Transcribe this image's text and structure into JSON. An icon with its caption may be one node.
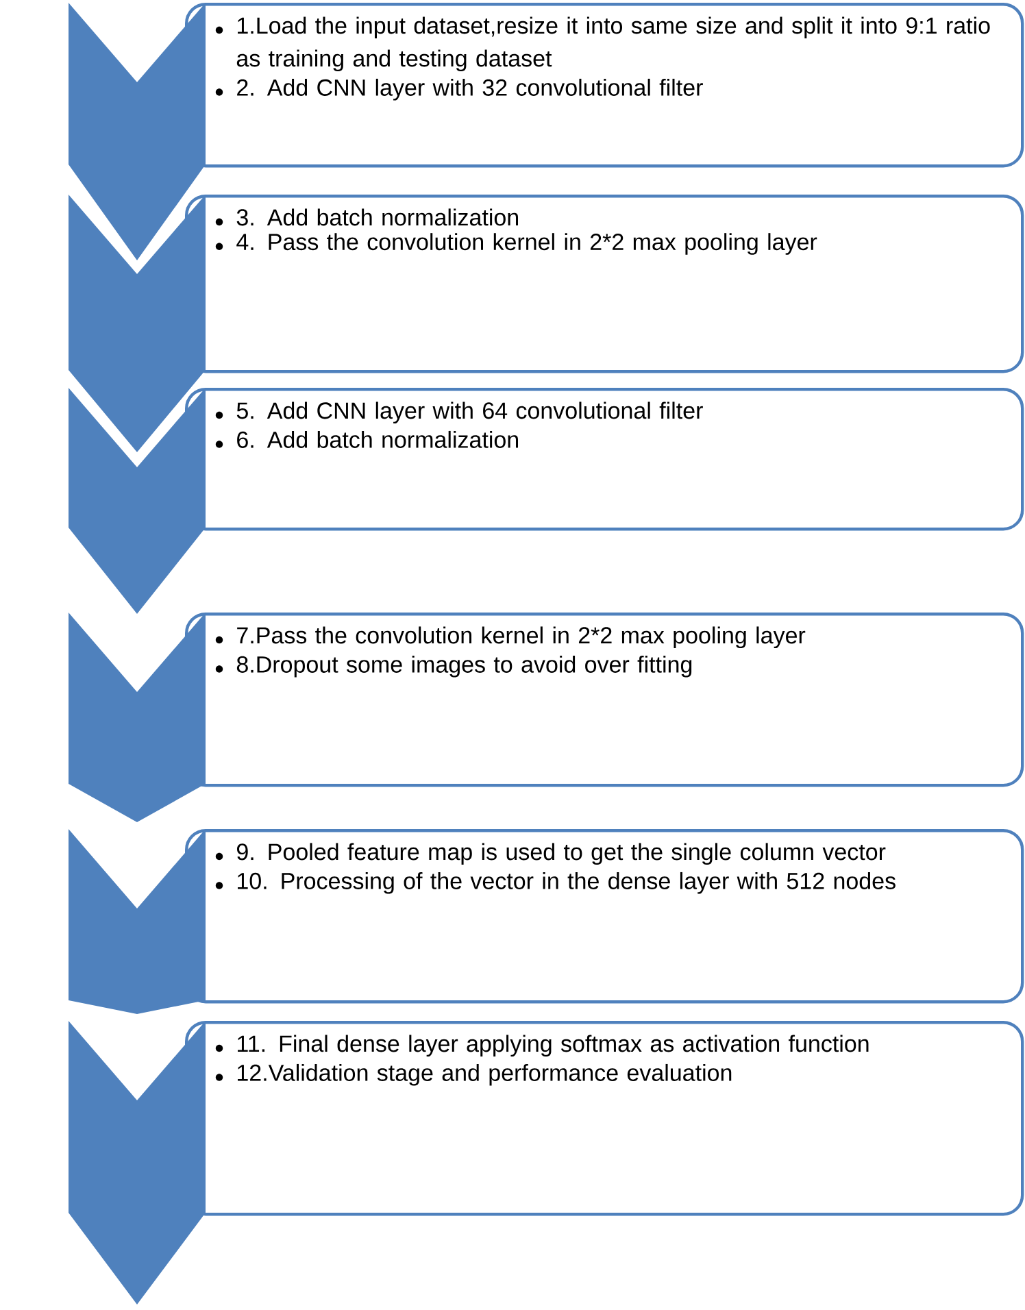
{
  "diagram": {
    "nodes": [
      {
        "text": [
          "1.Load the input dataset,resize it into same size and split it into 9:1 ratio as training and testing dataset",
          "2. Add CNN layer with 32 convolutional filter"
        ]
      },
      {
        "text": [
          "3. Add batch normalization",
          "4. Pass the convolution kernel in 2*2 max pooling layer"
        ]
      },
      {
        "text": [
          "5. Add CNN layer with 64 convolutional filter",
          "6. Add batch normalization"
        ]
      },
      {
        "text": [
          "7.Pass the convolution kernel in 2*2 max pooling layer",
          "8.Dropout some images to avoid over fitting"
        ]
      },
      {
        "text": [
          "9. Pooled feature map is used to get the single column vector",
          "10. Processing of the vector in the dense layer with 512 nodes"
        ]
      },
      {
        "text": [
          "11. Final dense layer applying softmax as activation function",
          "12.Validation stage and performance evaluation"
        ]
      }
    ]
  }
}
